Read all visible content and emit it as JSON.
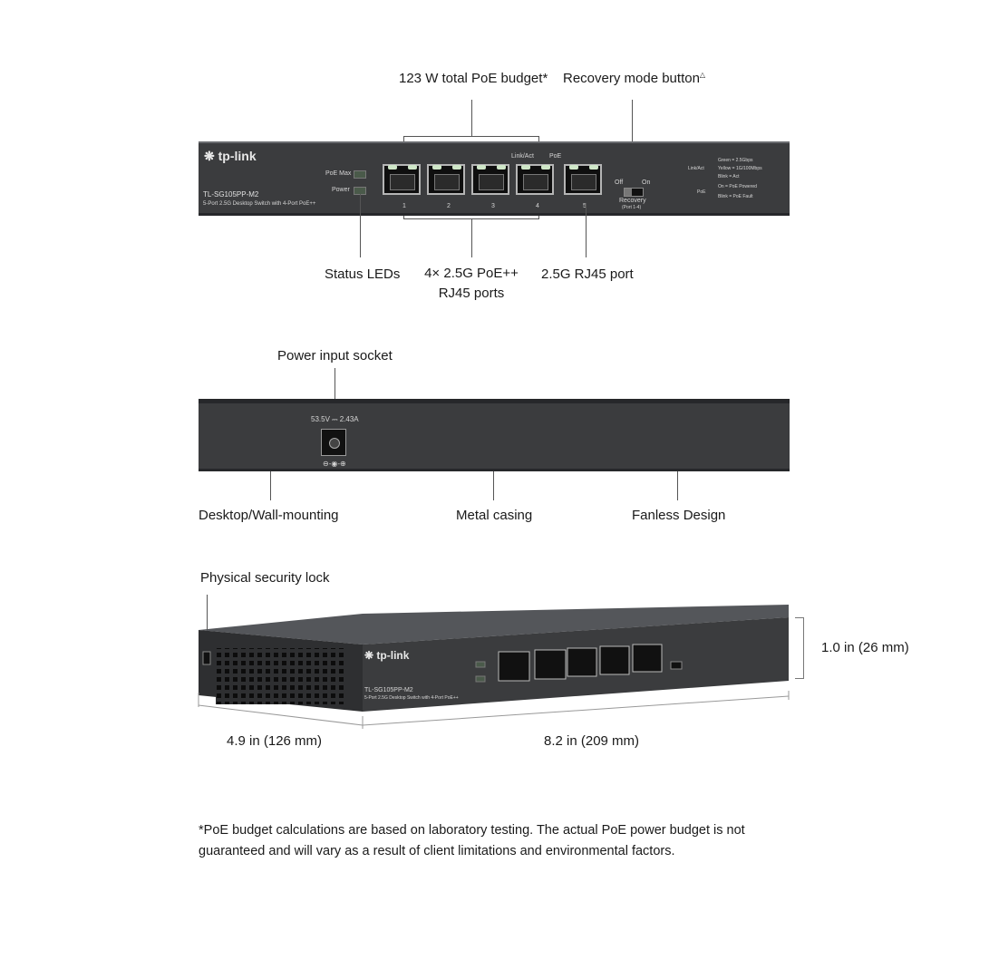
{
  "front": {
    "callouts": {
      "poe_budget": "123 W total PoE budget*",
      "recovery_button": "Recovery mode button",
      "recovery_mark": "△",
      "status_leds": "Status LEDs",
      "poe_ports_line1": "4× 2.5G PoE++",
      "poe_ports_line2": "RJ45 ports",
      "rj45_port": "2.5G RJ45 port"
    },
    "panel": {
      "brand": "tp-link",
      "model": "TL-SG105PP-M2",
      "description": "5-Port 2.5G Desktop Switch with 4-Port PoE++",
      "led_poe_max": "PoE Max",
      "led_power": "Power",
      "link_act": "Link/Act",
      "poe": "PoE",
      "port_numbers": [
        "1",
        "2",
        "3",
        "4",
        "5"
      ],
      "switch_off": "Off",
      "switch_on": "On",
      "recovery": "Recovery",
      "recovery_ports": "(Port 1-4)",
      "legend_linkact": "Link/Act",
      "legend_green": "Green  =  2.5Gbps",
      "legend_yellow": "Yellow  =  1G/100Mbps",
      "legend_blink": "Blink  =  Act",
      "legend_poe": "PoE",
      "legend_on": "On  =  PoE Powered",
      "legend_blink2": "Blink  =  PoE Fault"
    }
  },
  "back": {
    "callouts": {
      "power_socket": "Power input socket",
      "mounting": "Desktop/Wall-mounting",
      "casing": "Metal casing",
      "fanless": "Fanless Design"
    },
    "rating": "53.5V ⎓ 2.43A",
    "polarity": "⊖-◉-⊕"
  },
  "side": {
    "callouts": {
      "security_lock": "Physical security lock",
      "height": "1.0 in (26 mm)",
      "depth": "4.9 in (126 mm)",
      "width": "8.2 in (209 mm)"
    }
  },
  "footnote": {
    "line1": "*PoE budget calculations are based on laboratory testing. The actual PoE power budget is not",
    "line2": "guaranteed and will vary as a result of client limitations and environmental factors."
  },
  "colors": {
    "chassis": "#3b3c3e",
    "chassis_top": "#54565a",
    "label_text": "#d6d6d6"
  }
}
